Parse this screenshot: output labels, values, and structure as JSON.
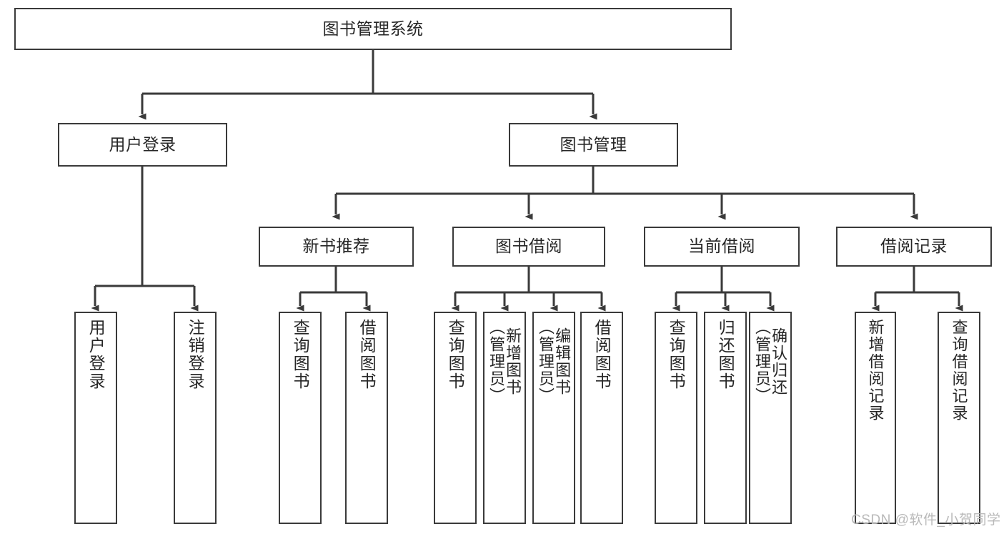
{
  "diagram": {
    "title": "图书管理系统",
    "type": "tree-hierarchy-chart",
    "root": {
      "id": "root",
      "label": "图书管理系统"
    },
    "level2": [
      {
        "id": "user-login",
        "label": "用户登录"
      },
      {
        "id": "book-manage",
        "label": "图书管理"
      }
    ],
    "level3": [
      {
        "id": "new-book-rec",
        "label": "新书推荐"
      },
      {
        "id": "book-borrow",
        "label": "图书借阅"
      },
      {
        "id": "current-borrow",
        "label": "当前借阅"
      },
      {
        "id": "borrow-record",
        "label": "借阅记录"
      }
    ],
    "leaves": [
      {
        "id": "leaf-user-login",
        "label": "用户登录",
        "parent": "user-login"
      },
      {
        "id": "leaf-logout",
        "label": "注销登录",
        "parent": "user-login"
      },
      {
        "id": "leaf-rec-query",
        "label": "查询图书",
        "parent": "new-book-rec"
      },
      {
        "id": "leaf-rec-borrow",
        "label": "借阅图书",
        "parent": "new-book-rec"
      },
      {
        "id": "leaf-bb-query",
        "label": "查询图书",
        "parent": "book-borrow"
      },
      {
        "id": "leaf-bb-add",
        "label": "新增图书\n（管理员）",
        "parent": "book-borrow"
      },
      {
        "id": "leaf-bb-edit",
        "label": "编辑图书\n（管理员）",
        "parent": "book-borrow"
      },
      {
        "id": "leaf-bb-borrow",
        "label": "借阅图书",
        "parent": "book-borrow"
      },
      {
        "id": "leaf-cb-query",
        "label": "查询图书",
        "parent": "current-borrow"
      },
      {
        "id": "leaf-cb-return",
        "label": "归还图书",
        "parent": "current-borrow"
      },
      {
        "id": "leaf-cb-confirm",
        "label": "确认归还\n（管理员）",
        "parent": "current-borrow"
      },
      {
        "id": "leaf-br-add",
        "label": "新增借阅记录",
        "parent": "borrow-record"
      },
      {
        "id": "leaf-br-query",
        "label": "查询借阅记录",
        "parent": "borrow-record"
      }
    ]
  },
  "watermark": {
    "text": "CSDN @软件_小贺同学"
  },
  "colors": {
    "stroke": "#3a3a3a",
    "text": "#262626",
    "background": "#ffffff",
    "watermark": "#b9b9b9"
  }
}
